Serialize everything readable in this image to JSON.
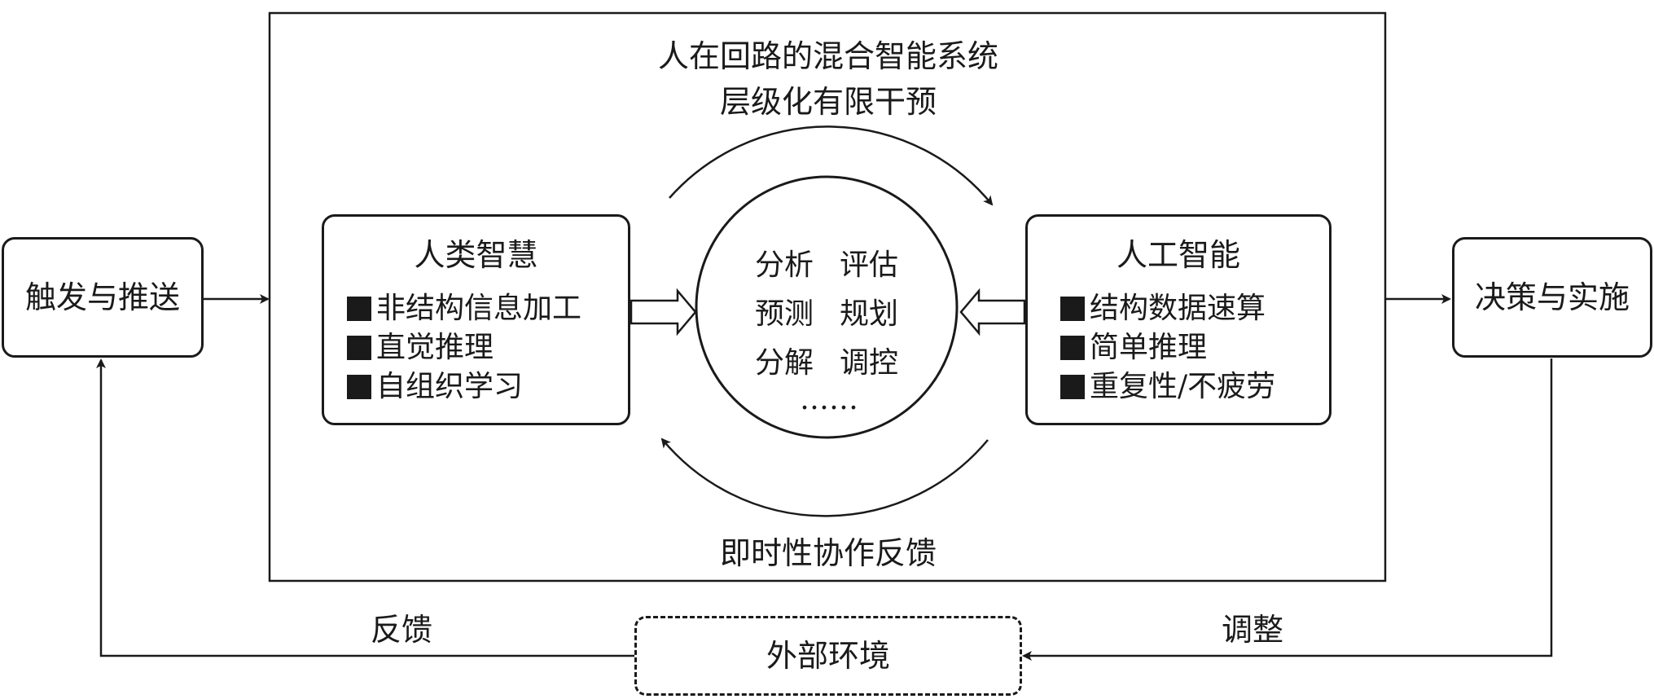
{
  "system": {
    "title": "人在回路的混合智能系统",
    "subtitle": "层级化有限干预",
    "bottom_label": "即时性协作反馈"
  },
  "trigger": {
    "label": "触发与推送"
  },
  "decision": {
    "label": "决策与实施"
  },
  "human": {
    "title": "人类智慧",
    "items": [
      "非结构信息加工",
      "直觉推理",
      "自组织学习"
    ]
  },
  "ai": {
    "title": "人工智能",
    "items": [
      "结构数据速算",
      "简单推理",
      "重复性/不疲劳"
    ]
  },
  "core": {
    "rows": [
      [
        "分析",
        "评估"
      ],
      [
        "预测",
        "规划"
      ],
      [
        "分解",
        "调控"
      ]
    ],
    "ellipsis": "……"
  },
  "environment": {
    "label": "外部环境"
  },
  "feedback_label": "反馈",
  "adjust_label": "调整"
}
